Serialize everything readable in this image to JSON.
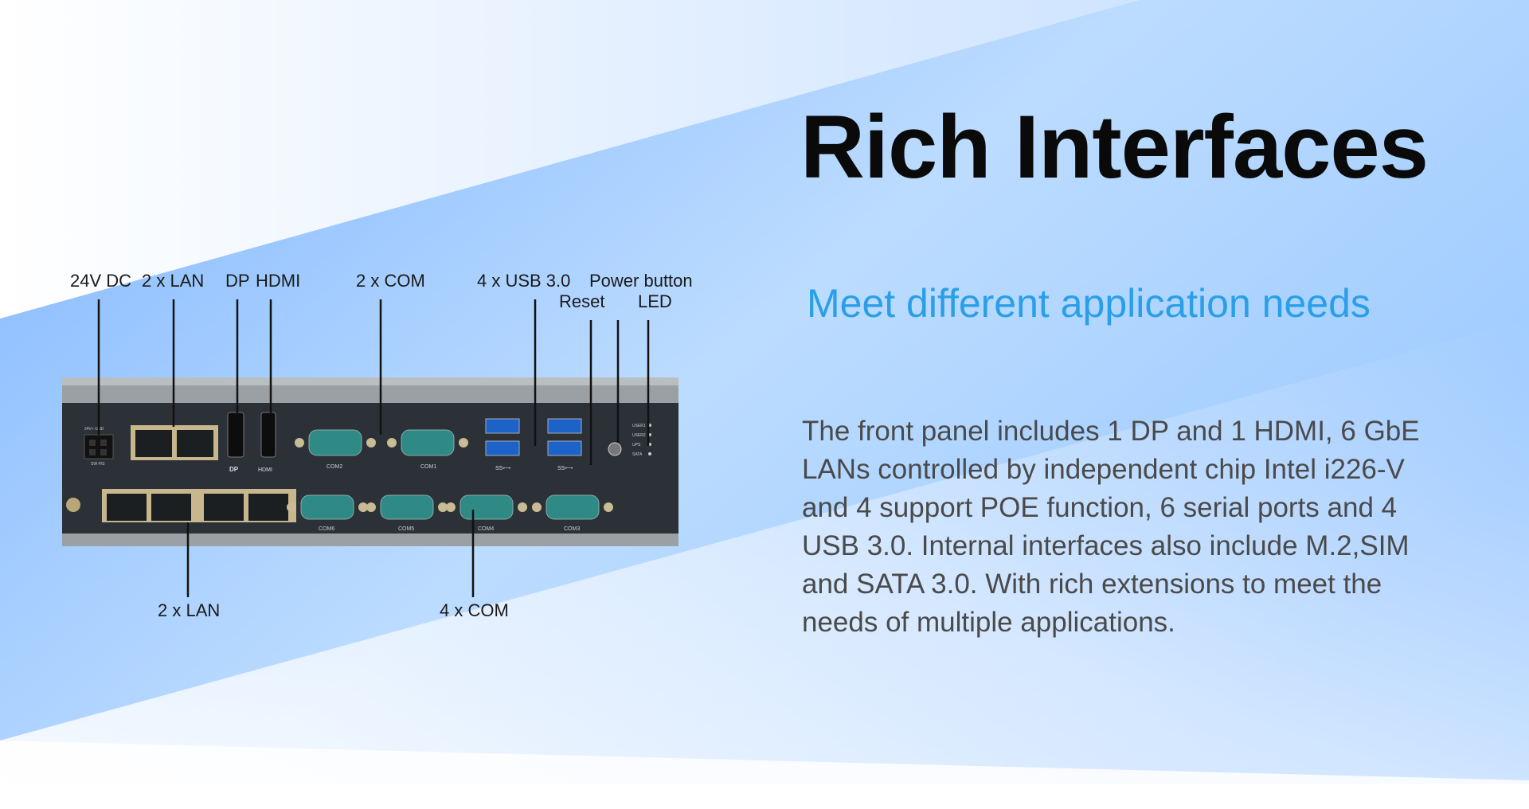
{
  "page": {
    "title": "Rich Interfaces",
    "subtitle": "Meet different application needs",
    "description": "The front panel includes 1 DP and 1 HDMI, 6 GbE LANs controlled by independent chip Intel i226-V and 4 support POE function, 6 serial ports and 4 USB 3.0. Internal interfaces also include M.2,SIM and SATA 3.0. With rich extensions to meet the needs of multiple applications."
  },
  "callouts": {
    "dc": "24V DC",
    "lan_top": "2 x LAN",
    "dp": "DP",
    "hdmi": "HDMI",
    "com_top": "2 x COM",
    "usb": "4 x USB 3.0",
    "power": "Power button",
    "reset": "Reset",
    "led": "LED",
    "lan_bottom": "2 x LAN",
    "com_bottom": "4 x COM"
  },
  "panel_labels": {
    "com2": "COM2",
    "com1": "COM1",
    "com6": "COM6",
    "com5": "COM5",
    "com4": "COM4",
    "com3": "COM3",
    "hdmi_logo": "HDMI",
    "dp_logo": "DP",
    "usb_logo_1": "SS⟷",
    "usb_logo_2": "SS⟷",
    "led_user1": "USER1",
    "led_user2": "USER2",
    "led_ups": "UPS",
    "led_sata": "SATA",
    "dc_pins": "24V+ GND",
    "dc_pins2": "SW P/S"
  },
  "colors": {
    "accent": "#2a9fe8",
    "title": "#0a0a0a",
    "panel": "#2c3138",
    "com_port": "#2f8a86"
  }
}
